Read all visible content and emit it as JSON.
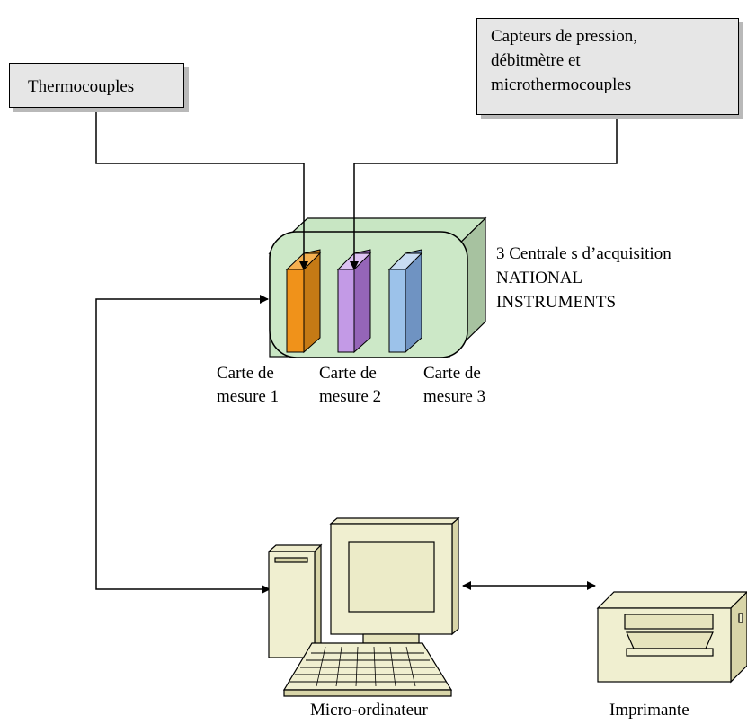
{
  "sources": {
    "thermocouples": "Thermocouples",
    "pressure": [
      "Capteurs de pression,",
      "débitmètre et",
      "microthermocouples"
    ]
  },
  "acquisition": [
    "3 Centrale s d’acquisition",
    "NATIONAL",
    "INSTRUMENTS"
  ],
  "cards": [
    [
      "Carte de",
      "mesure 1"
    ],
    [
      "Carte de",
      "mesure 2"
    ],
    [
      "Carte de",
      "mesure 3"
    ]
  ],
  "card_colors": [
    "#f0921a",
    "#c39ae6",
    "#9cc2ea"
  ],
  "devices": {
    "computer": "Micro-ordinateur",
    "printer": "Imprimante"
  }
}
